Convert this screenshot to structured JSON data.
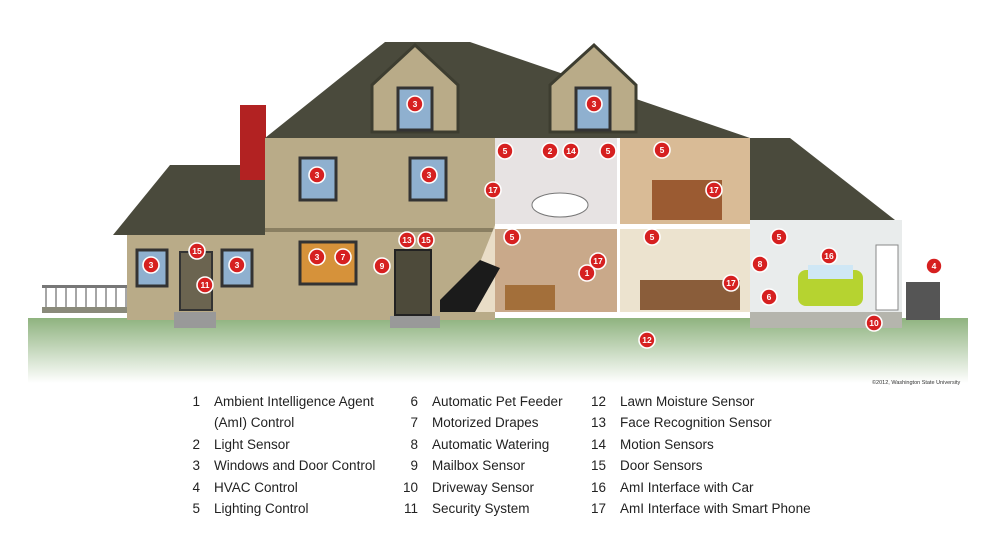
{
  "title": "Smart home features",
  "markers": [
    "3",
    "3",
    "3",
    "3",
    "3",
    "3",
    "3",
    "7",
    "15",
    "15",
    "11",
    "9",
    "13",
    "5",
    "5",
    "5",
    "5",
    "5",
    "5",
    "2",
    "14",
    "17",
    "17",
    "17",
    "17",
    "1",
    "8",
    "6",
    "16",
    "4",
    "10",
    "12"
  ],
  "legend": [
    {
      "num": "1",
      "label": "Ambient Intelligence Agent"
    },
    {
      "num": "",
      "label": "(AmI) Control"
    },
    {
      "num": "2",
      "label": "Light Sensor"
    },
    {
      "num": "3",
      "label": "Windows and Door Control"
    },
    {
      "num": "4",
      "label": "HVAC Control"
    },
    {
      "num": "5",
      "label": "Lighting Control"
    },
    {
      "num": "6",
      "label": "Automatic Pet Feeder"
    },
    {
      "num": "7",
      "label": "Motorized Drapes"
    },
    {
      "num": "8",
      "label": "Automatic Watering"
    },
    {
      "num": "9",
      "label": "Mailbox Sensor"
    },
    {
      "num": "10",
      "label": "Driveway Sensor"
    },
    {
      "num": "11",
      "label": "Security System"
    },
    {
      "num": "12",
      "label": "Lawn Moisture Sensor"
    },
    {
      "num": "13",
      "label": "Face Recognition Sensor"
    },
    {
      "num": "14",
      "label": "Motion Sensors"
    },
    {
      "num": "15",
      "label": "Door Sensors"
    },
    {
      "num": "16",
      "label": "AmI Interface with Car"
    },
    {
      "num": "17",
      "label": "AmI Interface with Smart Phone"
    }
  ],
  "credit": "©2012, Washington State University",
  "colors": {
    "marker": "#d62020",
    "roof": "#4a4a3c",
    "siding": "#b9ab88",
    "lawn": "#9fbf8f"
  }
}
